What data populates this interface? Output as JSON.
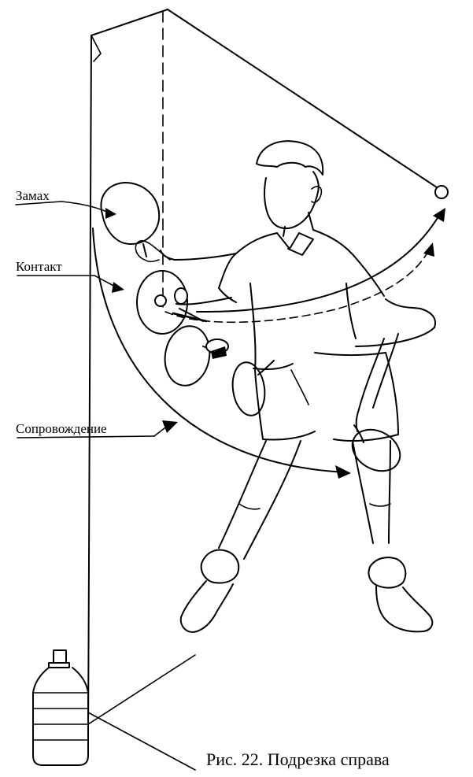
{
  "labels": {
    "backswing": "Замах",
    "contact": "Контакт",
    "follow_through": "Сопровождение"
  },
  "caption": "Рис. 22. Подрезка справа",
  "icons": [
    "water-bottle-icon",
    "ball-icon",
    "paddle-icon"
  ]
}
